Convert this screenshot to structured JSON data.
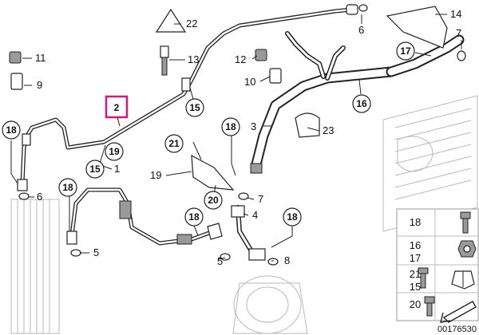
{
  "diagram": {
    "highlighted_label": "2",
    "image_id": "00176530",
    "plain_labels": {
      "l22": "22",
      "l13": "13",
      "l11": "11",
      "l9": "9",
      "l6a": "6",
      "l14": "14",
      "l7a": "7",
      "l12": "12",
      "l10": "10",
      "l3": "3",
      "l23": "23",
      "l1": "1",
      "l6b": "6",
      "l5a": "5",
      "l19": "19",
      "l7b": "7",
      "l4": "4",
      "l8": "8",
      "l5b": "5"
    },
    "circle_labels": {
      "c17": "17",
      "c15a": "15",
      "c16": "16",
      "c18a": "18",
      "c19": "19",
      "c15b": "15",
      "c21": "21",
      "c18b": "18",
      "c18c": "18",
      "c20": "20",
      "c18d": "18",
      "c18e": "18"
    },
    "legend": {
      "items": [
        {
          "label": "18"
        },
        {
          "label": "16"
        },
        {
          "label": "17"
        },
        {
          "label": "21"
        },
        {
          "label": "15"
        },
        {
          "label": "20"
        }
      ]
    }
  }
}
